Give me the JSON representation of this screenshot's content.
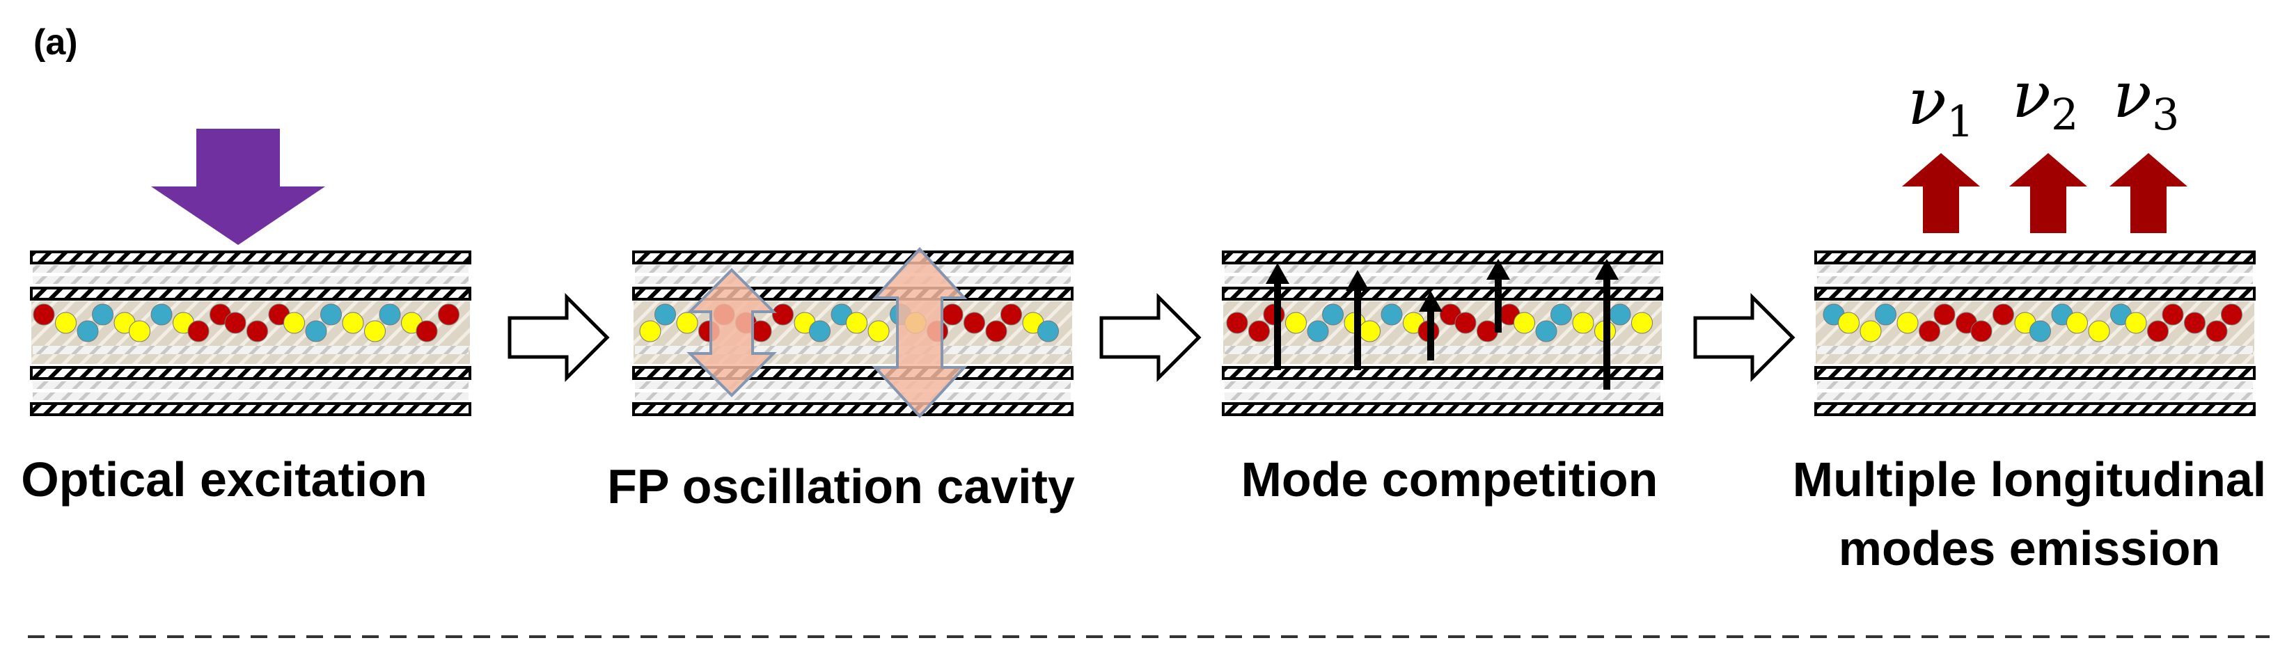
{
  "panel_label": "(a)",
  "steps": [
    {
      "label_lines": [
        "Optical excitation"
      ]
    },
    {
      "label_lines": [
        "FP oscillation cavity"
      ]
    },
    {
      "label_lines": [
        "Mode competition"
      ]
    },
    {
      "label_lines": [
        "Multiple longitudinal",
        "modes emission"
      ]
    }
  ],
  "emission_modes": [
    {
      "symbol": "ν",
      "subscript": "1"
    },
    {
      "symbol": "ν",
      "subscript": "2"
    },
    {
      "symbol": "ν",
      "subscript": "3"
    }
  ],
  "colors": {
    "pump_arrow": "#7030a0",
    "emission_arrow": "#a00000",
    "cavity_arrow_fill": "#f4b8a0",
    "cavity_arrow_stroke": "#8496b0",
    "dot_red": "#c00000",
    "dot_yellow": "#ffff00",
    "dot_cyan": "#3da9c9",
    "mode_arrow": "#000000"
  },
  "icons": [
    "pump-arrow-icon",
    "process-arrow-icon",
    "oscillation-arrow-icon",
    "mode-arrow-icon",
    "emission-arrow-icon"
  ]
}
